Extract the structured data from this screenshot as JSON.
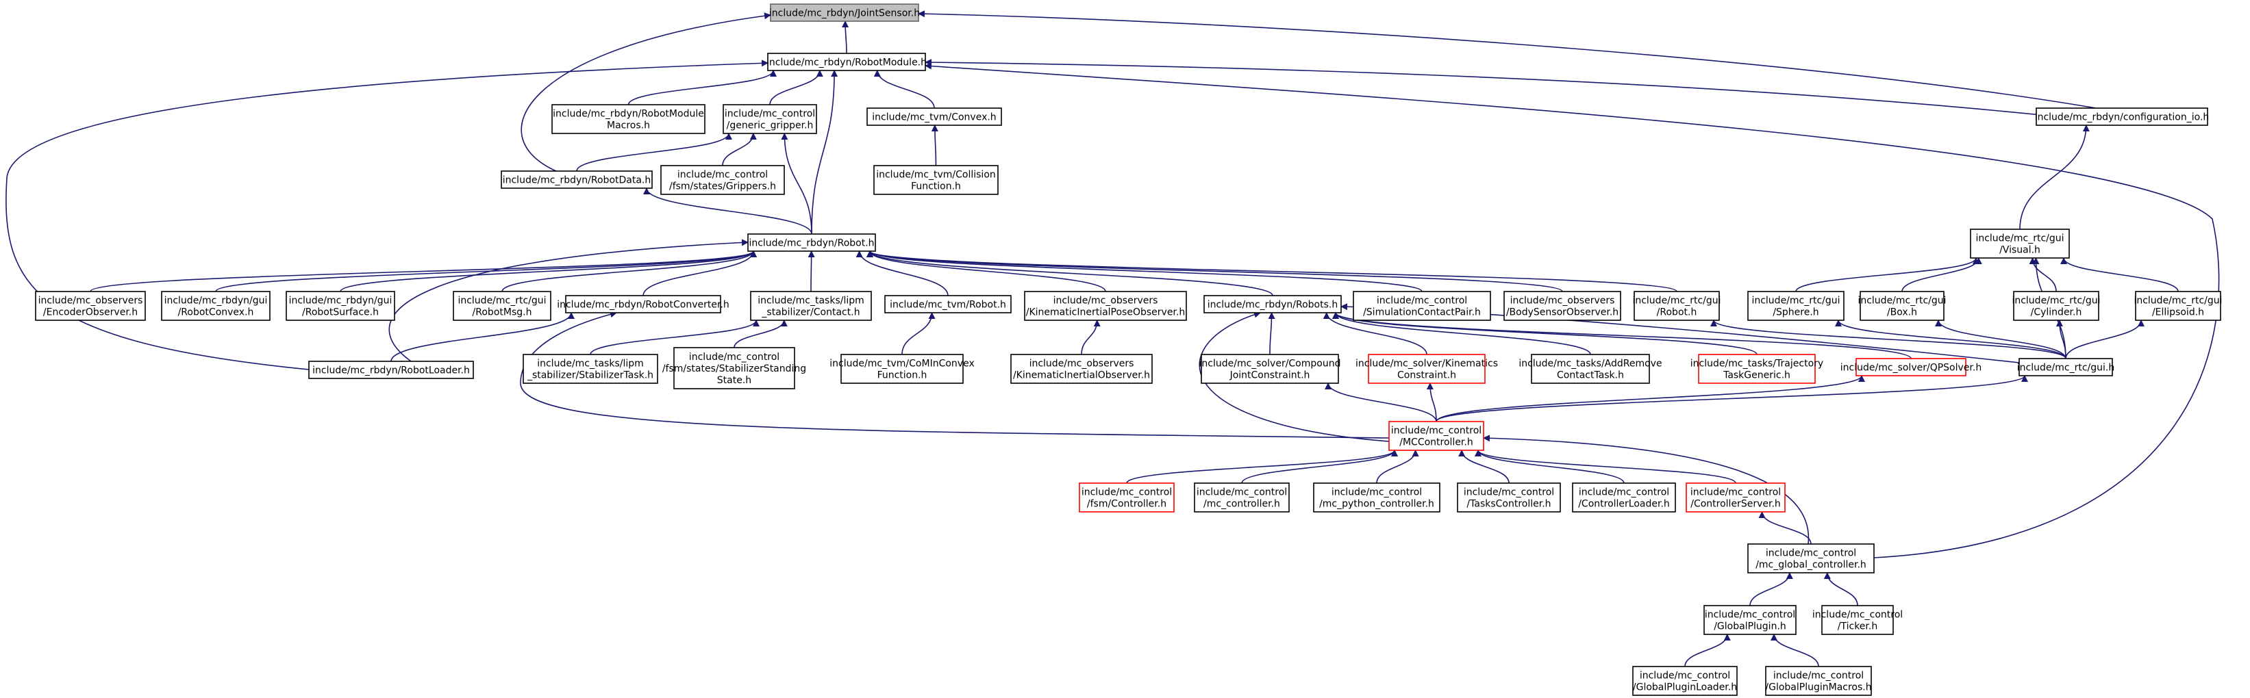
{
  "graph": {
    "edge_color": "#191970",
    "highlight_border": "#ff0000",
    "root_fill": "#bfbfbf",
    "nodes": {
      "JointSensor": {
        "lines": [
          "include/mc_rbdyn/JointSensor.h"
        ],
        "style": "root"
      },
      "RobotModule": {
        "lines": [
          "include/mc_rbdyn/RobotModule.h"
        ]
      },
      "RobotModuleMacros": {
        "lines": [
          "include/mc_rbdyn/RobotModule",
          "Macros.h"
        ]
      },
      "GenericGripper": {
        "lines": [
          "include/mc_control",
          "/generic_gripper.h"
        ]
      },
      "Convex": {
        "lines": [
          "include/mc_tvm/Convex.h"
        ]
      },
      "ConfigurationIO": {
        "lines": [
          "include/mc_rbdyn/configuration_io.h"
        ]
      },
      "RobotData": {
        "lines": [
          "include/mc_rbdyn/RobotData.h"
        ]
      },
      "Grippers": {
        "lines": [
          "include/mc_control",
          "/fsm/states/Grippers.h"
        ]
      },
      "CollisionFunction": {
        "lines": [
          "include/mc_tvm/Collision",
          "Function.h"
        ]
      },
      "Visual": {
        "lines": [
          "include/mc_rtc/gui",
          "/Visual.h"
        ]
      },
      "Robot": {
        "lines": [
          "include/mc_rbdyn/Robot.h"
        ]
      },
      "EncoderObserver": {
        "lines": [
          "include/mc_observers",
          "/EncoderObserver.h"
        ]
      },
      "RobotConvex": {
        "lines": [
          "include/mc_rbdyn/gui",
          "/RobotConvex.h"
        ]
      },
      "RobotSurface": {
        "lines": [
          "include/mc_rbdyn/gui",
          "/RobotSurface.h"
        ]
      },
      "RobotMsg": {
        "lines": [
          "include/mc_rtc/gui",
          "/RobotMsg.h"
        ]
      },
      "RobotConverter": {
        "lines": [
          "include/mc_rbdyn/RobotConverter.h"
        ]
      },
      "LipmContact": {
        "lines": [
          "include/mc_tasks/lipm",
          "_stabilizer/Contact.h"
        ]
      },
      "TvmRobot": {
        "lines": [
          "include/mc_tvm/Robot.h"
        ]
      },
      "KinematicInertialPoseObserver": {
        "lines": [
          "include/mc_observers",
          "/KinematicInertialPoseObserver.h"
        ]
      },
      "Robots": {
        "lines": [
          "include/mc_rbdyn/Robots.h"
        ]
      },
      "SimulationContactPair": {
        "lines": [
          "include/mc_control",
          "/SimulationContactPair.h"
        ]
      },
      "BodySensorObserver": {
        "lines": [
          "include/mc_observers",
          "/BodySensorObserver.h"
        ]
      },
      "GuiRobot": {
        "lines": [
          "include/mc_rtc/gui",
          "/Robot.h"
        ]
      },
      "Sphere": {
        "lines": [
          "include/mc_rtc/gui",
          "/Sphere.h"
        ]
      },
      "Box": {
        "lines": [
          "include/mc_rtc/gui",
          "/Box.h"
        ]
      },
      "Cylinder": {
        "lines": [
          "include/mc_rtc/gui",
          "/Cylinder.h"
        ]
      },
      "Ellipsoid": {
        "lines": [
          "include/mc_rtc/gui",
          "/Ellipsoid.h"
        ]
      },
      "RobotLoader": {
        "lines": [
          "include/mc_rbdyn/RobotLoader.h"
        ]
      },
      "StabilizerTask": {
        "lines": [
          "include/mc_tasks/lipm",
          "_stabilizer/StabilizerTask.h"
        ]
      },
      "StabilizerStandingState": {
        "lines": [
          "include/mc_control",
          "/fsm/states/StabilizerStanding",
          "State.h"
        ]
      },
      "CoMInConvexFunction": {
        "lines": [
          "include/mc_tvm/CoMInConvex",
          "Function.h"
        ]
      },
      "KinematicInertialObserver": {
        "lines": [
          "include/mc_observers",
          "/KinematicInertialObserver.h"
        ]
      },
      "CompoundJointConstraint": {
        "lines": [
          "include/mc_solver/Compound",
          "JointConstraint.h"
        ]
      },
      "KinematicsConstraint": {
        "lines": [
          "include/mc_solver/Kinematics",
          "Constraint.h"
        ],
        "style": "red"
      },
      "AddRemoveContactTask": {
        "lines": [
          "include/mc_tasks/AddRemove",
          "ContactTask.h"
        ]
      },
      "TrajectoryTaskGeneric": {
        "lines": [
          "include/mc_tasks/Trajectory",
          "TaskGeneric.h"
        ],
        "style": "red"
      },
      "QPSolver": {
        "lines": [
          "include/mc_solver/QPSolver.h"
        ],
        "style": "red"
      },
      "GuiH": {
        "lines": [
          "include/mc_rtc/gui.h"
        ]
      },
      "MCController": {
        "lines": [
          "include/mc_control",
          "/MCController.h"
        ],
        "style": "red"
      },
      "FsmController": {
        "lines": [
          "include/mc_control",
          "/fsm/Controller.h"
        ],
        "style": "red"
      },
      "McControllerH": {
        "lines": [
          "include/mc_control",
          "/mc_controller.h"
        ]
      },
      "McPythonController": {
        "lines": [
          "include/mc_control",
          "/mc_python_controller.h"
        ]
      },
      "TasksController": {
        "lines": [
          "include/mc_control",
          "/TasksController.h"
        ]
      },
      "ControllerLoader": {
        "lines": [
          "include/mc_control",
          "/ControllerLoader.h"
        ]
      },
      "ControllerServer": {
        "lines": [
          "include/mc_control",
          "/ControllerServer.h"
        ],
        "style": "red"
      },
      "McGlobalController": {
        "lines": [
          "include/mc_control",
          "/mc_global_controller.h"
        ]
      },
      "GlobalPlugin": {
        "lines": [
          "include/mc_control",
          "/GlobalPlugin.h"
        ]
      },
      "Ticker": {
        "lines": [
          "include/mc_control",
          "/Ticker.h"
        ]
      },
      "GlobalPluginLoader": {
        "lines": [
          "include/mc_control",
          "/GlobalPluginLoader.h"
        ]
      },
      "GlobalPluginMacros": {
        "lines": [
          "include/mc_control",
          "/GlobalPluginMacros.h"
        ]
      }
    }
  }
}
